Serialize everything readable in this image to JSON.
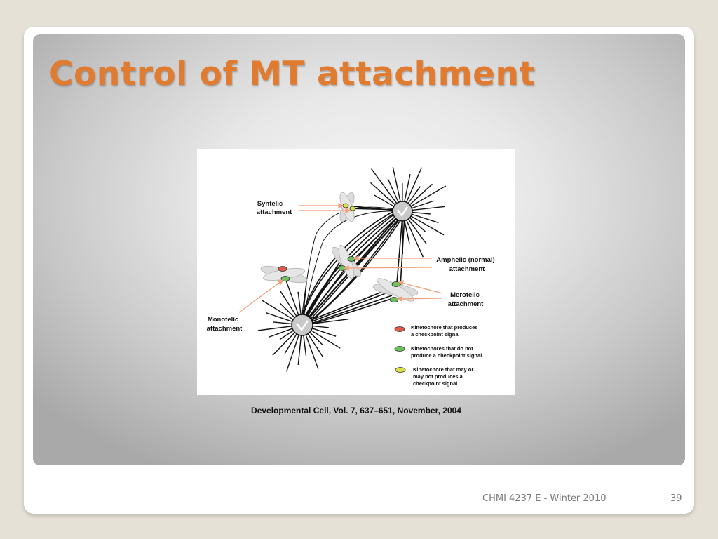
{
  "slide": {
    "title": "Control of MT attachment",
    "caption": "Developmental Cell, Vol. 7, 637–651, November, 2004",
    "footer_course": "CHMI 4237 E - Winter 2010",
    "page_number": "39"
  },
  "diagram": {
    "labels": {
      "syntelic_line1": "Syntelic",
      "syntelic_line2": "attachment",
      "amphelic_line1": "Amphelic (normal)",
      "amphelic_line2": "attachment",
      "merotelic_line1": "Merotelic",
      "merotelic_line2": "attachment",
      "monotelic_line1": "Monotelic",
      "monotelic_line2": "attachment"
    },
    "legend": {
      "red": {
        "color": "#e05a4a",
        "line1": "Kinetochore that produces",
        "line2": "a checkpoint signal",
        "line3": ""
      },
      "green": {
        "color": "#6ec05a",
        "line1": "Kinetochores that do not",
        "line2": "produce a checkpoint signal.",
        "line3": ""
      },
      "yellow": {
        "color": "#d8e04a",
        "line1": "Kinetochore that may or",
        "line2": "may not produces a",
        "line3": "checkpoint signal"
      }
    },
    "icons": {
      "spindle_pole": "centrosome-icon"
    }
  },
  "colors": {
    "title": "#e07b2f",
    "arrow": "#f0a07a"
  }
}
